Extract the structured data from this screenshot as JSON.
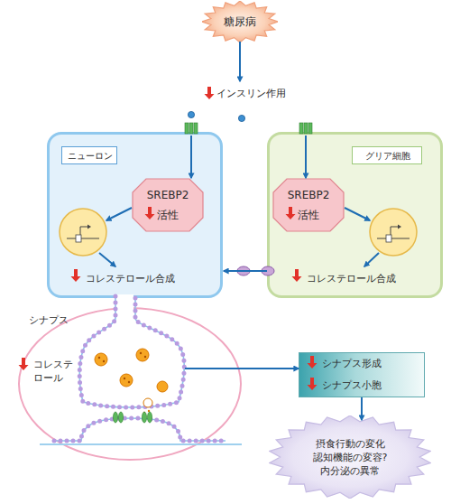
{
  "diagram": {
    "nodes": [
      {
        "text": [
          "糖尿病"
        ]
      },
      {
        "text": [
          "コレステロール合成"
        ]
      },
      {
        "text": [
          "ニューロン"
        ],
        "in": 1
      },
      {
        "text": [
          "SREBP2 活性"
        ],
        "in": 1
      },
      {
        "text": [
          "コレステロール合成"
        ]
      },
      {
        "text": [
          "グリア細胞"
        ],
        "in": 4
      },
      {
        "text": [
          "SREBP2 活性"
        ],
        "in": 4
      },
      {
        "text": [
          "シナプス",
          "コレステロール"
        ]
      },
      {
        "text": [
          "シナプス形成",
          "シナプス小胞"
        ]
      },
      {
        "text": [
          "摂食行動の変化 認知機能の変容? 内分泌の異常"
        ]
      }
    ],
    "edges": [
      {
        "from": 4,
        "to": 1,
        "arrow": "to"
      },
      {
        "from": 7,
        "to": 8,
        "arrow": "to"
      },
      {
        "from": 8,
        "to": 9,
        "arrow": "to"
      }
    ],
    "labels": [
      "インスリン作用"
    ]
  }
}
